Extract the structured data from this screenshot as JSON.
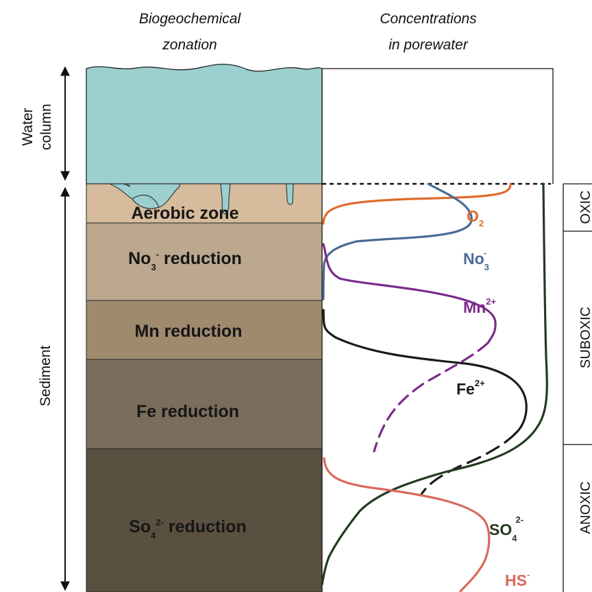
{
  "headers": {
    "zonation_line1": "Biogeochemical",
    "zonation_line2": "zonation",
    "conc_line1": "Concentrations",
    "conc_line2": "in porewater"
  },
  "side_labels": {
    "water_line1": "Water",
    "water_line2": "column",
    "sediment": "Sediment"
  },
  "zones": [
    {
      "label": "Aerobic zone",
      "color": "#d6bb9c"
    },
    {
      "label": "No",
      "sub": "3",
      "sup": "-",
      "tail": " reduction",
      "color": "#bba88f"
    },
    {
      "label": "Mn reduction",
      "color": "#a08a6e"
    },
    {
      "label": "Fe reduction",
      "color": "#7a6d5b"
    },
    {
      "label": "So",
      "sub": "4",
      "sup": "2-",
      "tail": " reduction",
      "color": "#5a5040"
    }
  ],
  "water_color": "#9bd0cf",
  "curves": {
    "o2": {
      "label": "O",
      "sub": "2",
      "sup": "",
      "color": "#e06b2d"
    },
    "no3": {
      "label": "No",
      "sub": "3",
      "sup": "-",
      "color": "#4a6a96"
    },
    "mn": {
      "label": "Mn",
      "sub": "",
      "sup": "2+",
      "color": "#7b2b8a"
    },
    "fe": {
      "label": "Fe",
      "sub": "",
      "sup": "2+",
      "color": "#1a1a1a"
    },
    "so4": {
      "label": "SO",
      "sub": "4",
      "sup": "2-",
      "color": "#233a21"
    },
    "hs": {
      "label": "HS",
      "sub": "",
      "sup": "-",
      "color": "#d9685a"
    }
  },
  "conditions": [
    "OXIC",
    "SUBOXIC",
    "ANOXIC"
  ]
}
